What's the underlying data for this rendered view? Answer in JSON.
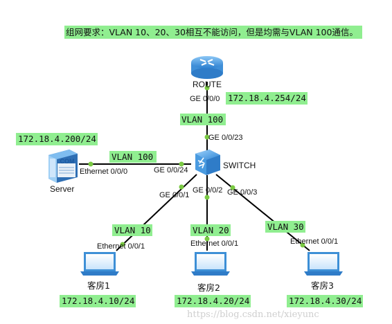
{
  "title": "组网要求：VLAN 10、20、30相互不能访问，但是均需与VLAN 100通信。",
  "devices": {
    "router": {
      "label": "ROUTE",
      "ip": "172.18.4.254/24",
      "port": "GE 0/0/0"
    },
    "switch": {
      "label": "SWITCH"
    },
    "server": {
      "label": "Server",
      "ip": "172.18.4.200/24",
      "port": "Ethernet 0/0/0",
      "badge": ".COM"
    },
    "pcs": [
      {
        "label": "客房1",
        "ip": "172.18.4.10/24",
        "port": "Ethernet 0/0/1"
      },
      {
        "label": "客房2",
        "ip": "172.18.4.20/24",
        "port": "Ethernet 0/0/1"
      },
      {
        "label": "客房3",
        "ip": "172.18.4.30/24",
        "port": "Ethernet 0/0/1"
      }
    ]
  },
  "links": {
    "uplink": {
      "vlan": "VLAN 100",
      "switch_port": "GE 0/0/23"
    },
    "server": {
      "vlan": "VLAN 100",
      "switch_port": "GE 0/0/24"
    },
    "pc1": {
      "vlan": "VLAN 10",
      "switch_port": "GE 0/0/1"
    },
    "pc2": {
      "vlan": "VLAN 20",
      "switch_port": "GE 0/0/2"
    },
    "pc3": {
      "vlan": "VLAN 30",
      "switch_port": "GE 0/0/3"
    }
  },
  "watermark": "https://blog.csdn.net/xieyunc",
  "colors": {
    "label_bg": "#90ee90",
    "link": "#000000",
    "port_dot": "#7ac943",
    "device_blue": "#3d8fd6"
  }
}
